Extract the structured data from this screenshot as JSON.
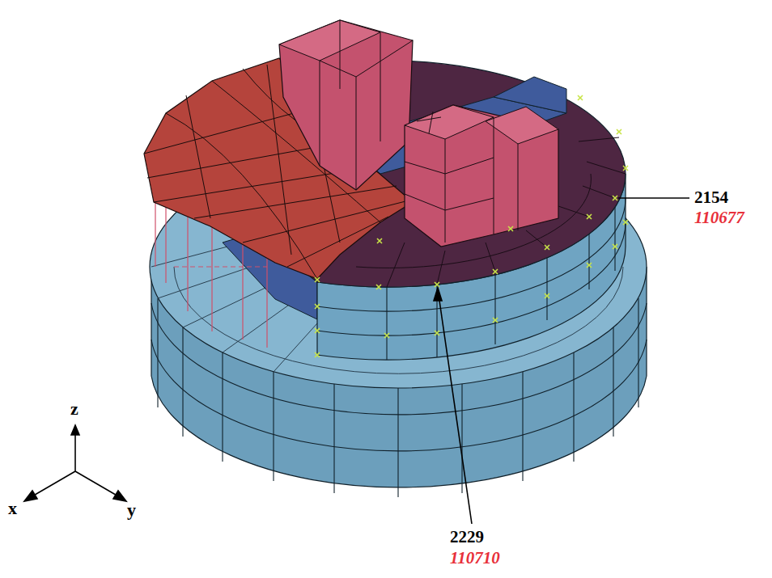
{
  "diagram": {
    "labels": [
      "2154",
      "110677",
      "2229",
      "110710",
      "z",
      "x",
      "y"
    ]
  }
}
